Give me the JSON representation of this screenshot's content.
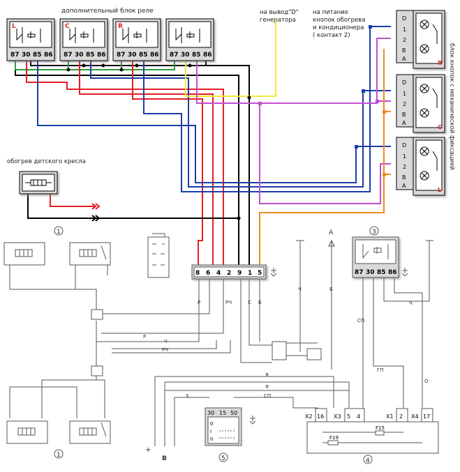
{
  "labels": {
    "extra_relay_block": "дополнительный блок реле",
    "output_d_line1": "на вывод\"D\"",
    "output_d_line2": "генератора",
    "power_line1": "на питание",
    "power_line2": "кнопок обогрева",
    "power_line3": "и кондиционера",
    "power_line4": "( контакт 2)",
    "button_block_vertical": "блок кнопок с механической фиксацией",
    "child_seat_heating": "обогрев детского кресла"
  },
  "relays_top": [
    {
      "letter": "L",
      "pins": [
        "87",
        "30",
        "85",
        "86"
      ]
    },
    {
      "letter": "C",
      "pins": [
        "87",
        "30",
        "85",
        "86"
      ]
    },
    {
      "letter": "R",
      "pins": [
        "87",
        "30",
        "85",
        "86"
      ]
    },
    {
      "letter": "",
      "pins": [
        "87",
        "30",
        "85",
        "86"
      ]
    }
  ],
  "button_blocks": [
    {
      "letter": "R",
      "pins": [
        "D",
        "1",
        "2",
        "B",
        "A"
      ]
    },
    {
      "letter": "C",
      "pins": [
        "D",
        "1",
        "2",
        "B",
        "A"
      ]
    },
    {
      "letter": "L",
      "pins": [
        "D",
        "1",
        "2",
        "B",
        "A"
      ]
    }
  ],
  "connector_main": {
    "pins": [
      "8",
      "6",
      "4",
      "2",
      "9",
      "1",
      "5"
    ]
  },
  "relay_3": {
    "pins": [
      "87",
      "30",
      "85",
      "86"
    ]
  },
  "switch_5": {
    "pins": [
      "30",
      "15",
      "50"
    ],
    "positions": [
      "0",
      "I",
      "II"
    ]
  },
  "block_4": {
    "pins": [
      "X2",
      "16",
      "X3",
      "5",
      "4",
      "X1",
      "2",
      "X4",
      "17"
    ],
    "fuses": [
      "F15",
      "F19"
    ]
  },
  "wire_letters": {
    "r": "Р",
    "rch": "РЧ",
    "s": "С",
    "b": "Б",
    "ch": "Ч",
    "a": "А",
    "sp": "СП",
    "gp": "ГП",
    "ya": "Я",
    "o": "О",
    "kh": "Х",
    "v": "В",
    "plus": "+"
  },
  "callouts": {
    "n1": "1",
    "n3": "3",
    "n4": "4",
    "n5": "5"
  },
  "colors": {
    "red": "#e31e24",
    "blue": "#1a3da8",
    "green": "#2e9a3a",
    "yellow": "#f0e83a",
    "magenta": "#c04fd0",
    "orange": "#f08a1e",
    "black": "#000000",
    "gray": "#555555"
  }
}
